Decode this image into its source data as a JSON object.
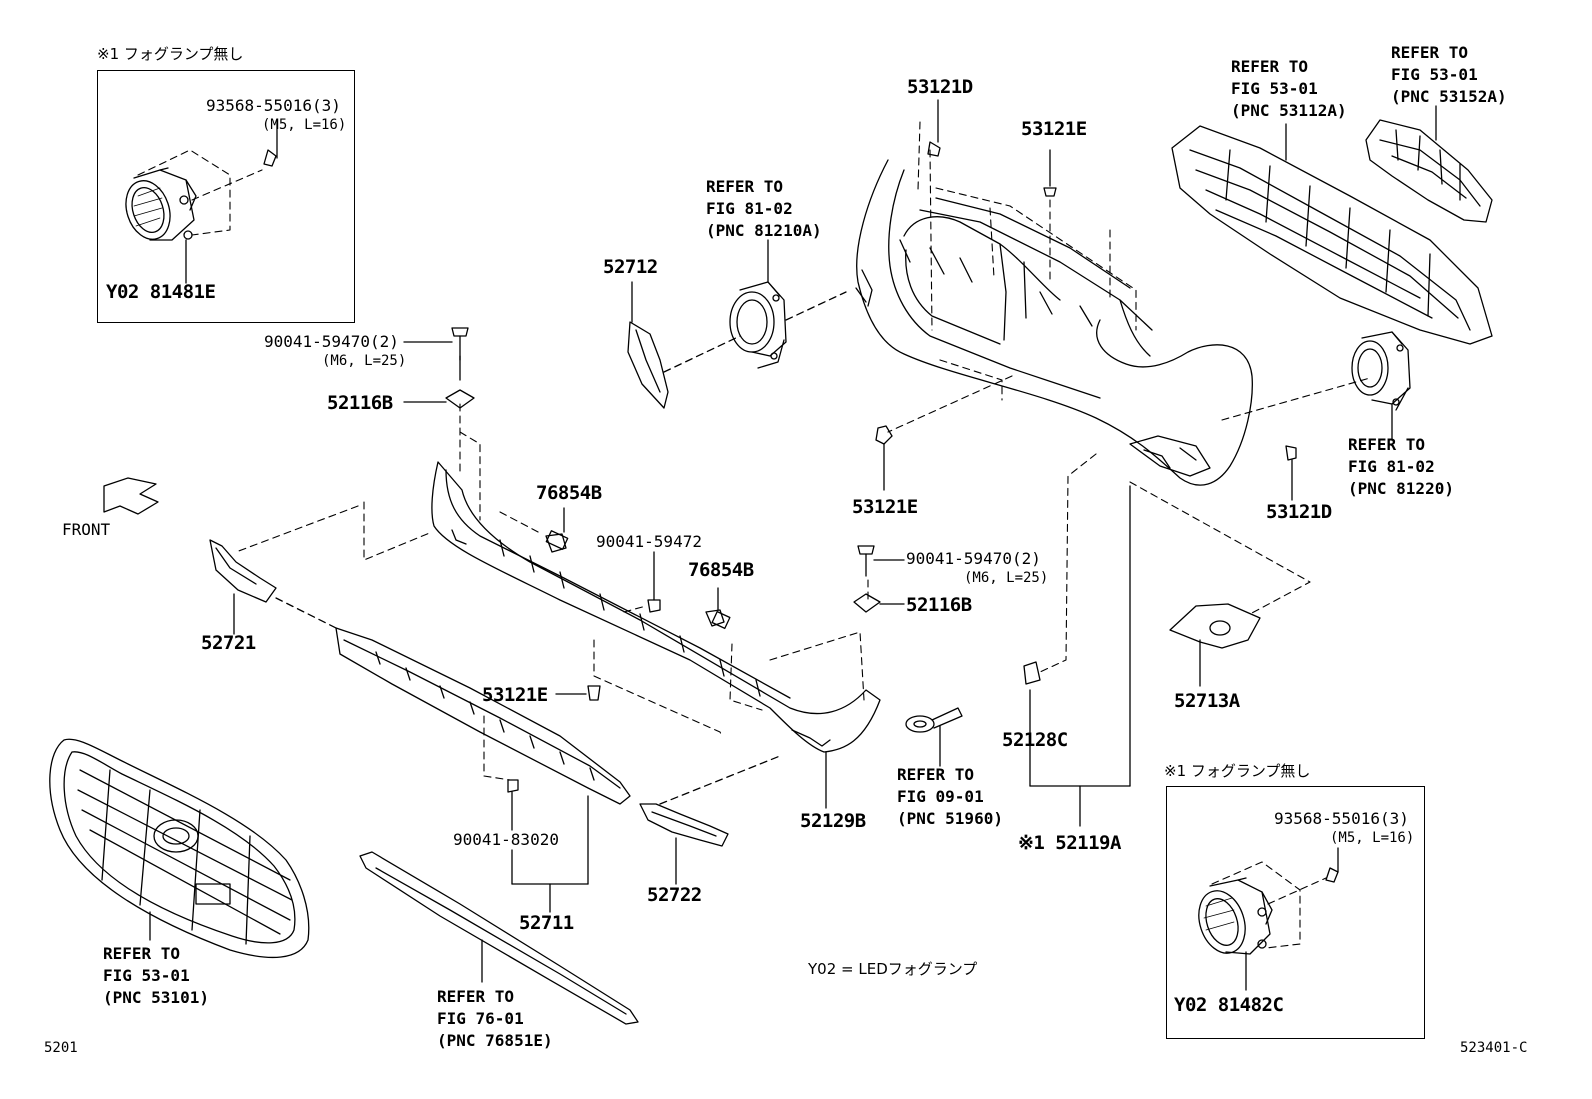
{
  "inset_top": {
    "note": "※1 フォグランプ無し",
    "bolt_pn": "93568-55016(3)",
    "bolt_spec": "(M5, L=16)",
    "lamp_pn": "Y02 81481E"
  },
  "inset_bottom": {
    "note": "※1 フォグランプ無し",
    "bolt_pn": "93568-55016(3)",
    "bolt_spec": "(M5, L=16)",
    "lamp_pn": "Y02 81482C"
  },
  "parts": {
    "p53121D_top": "53121D",
    "p53121E_top": "53121E",
    "p52712": "52712",
    "p90041_59470_left": "90041-59470(2)",
    "p90041_59470_left_spec": "(M6, L=25)",
    "p52116B_left": "52116B",
    "p76854B_left": "76854B",
    "p90041_59472": "90041-59472",
    "p76854B_right": "76854B",
    "p90041_59470_right": "90041-59470(2)",
    "p90041_59470_right_spec": "(M6, L=25)",
    "p52116B_right": "52116B",
    "p53121E_mid": "53121E",
    "p53121E_low": "53121E",
    "p52721": "52721",
    "p90041_83020": "90041-83020",
    "p52711": "52711",
    "p52722": "52722",
    "p52129B": "52129B",
    "p52128C": "52128C",
    "p52119A": "※1 52119A",
    "p53121D_right": "53121D",
    "p52713A": "52713A"
  },
  "refs": {
    "ref_81210A": "REFER TO\nFIG 81-02\n(PNC 81210A)",
    "ref_53112A": "REFER TO\nFIG 53-01\n(PNC 53112A)",
    "ref_53152A": "REFER TO\nFIG 53-01\n(PNC 53152A)",
    "ref_81220": "REFER TO\nFIG 81-02\n(PNC 81220)",
    "ref_51960": "REFER TO\nFIG 09-01\n(PNC 51960)",
    "ref_53101": "REFER TO\nFIG 53-01\n(PNC 53101)",
    "ref_76851E": "REFER TO\nFIG 76-01\n(PNC 76851E)"
  },
  "front_label": "FRONT",
  "legend": "Y02 = LEDフォグランプ",
  "page_code_left": "5201",
  "page_code_right": "523401-C"
}
